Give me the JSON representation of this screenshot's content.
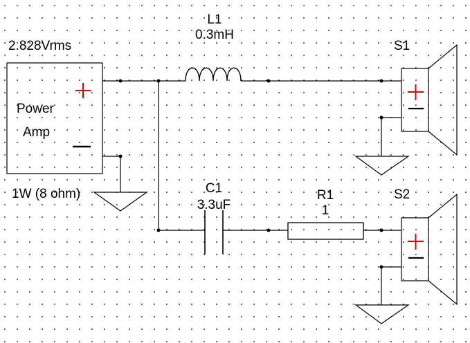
{
  "colors": {
    "background": "#ffffff",
    "wire": "#000000",
    "grid_dot": "#000000",
    "polarity_plus": "#e00000",
    "polarity_minus": "#000000"
  },
  "amplifier": {
    "voltage_label": "2.828Vrms",
    "name_line1": "Power",
    "name_line2": "Amp",
    "power_label": "1W (8 ohm)",
    "plus_icon": "plus-icon",
    "minus_icon": "minus-icon"
  },
  "inductor": {
    "ref": "L1",
    "value": "0.3mH"
  },
  "capacitor": {
    "ref": "C1",
    "value": "3.3uF"
  },
  "resistor": {
    "ref": "R1",
    "value": "1"
  },
  "speakers": [
    {
      "ref": "S1"
    },
    {
      "ref": "S2"
    }
  ]
}
